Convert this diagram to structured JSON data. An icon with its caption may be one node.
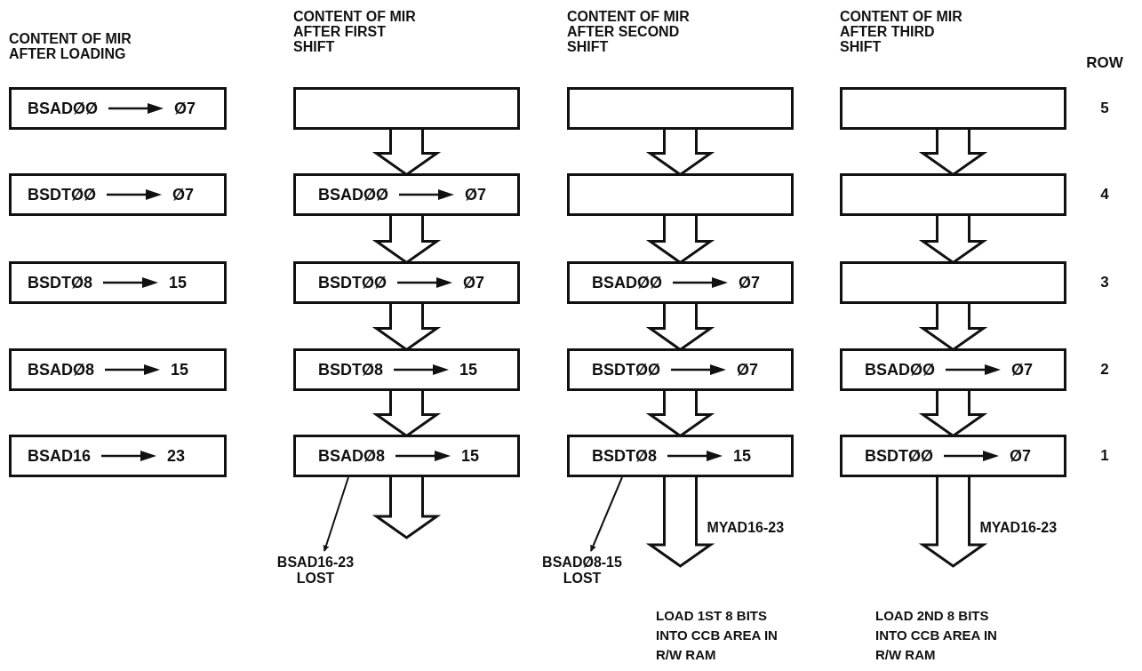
{
  "diagram": {
    "nodes": [
      {
        "text": [
          "BSADØØ",
          "Ø7"
        ]
      },
      {
        "text": [
          "BSDTØØ",
          "Ø7"
        ]
      },
      {
        "text": [
          "BSDTØ8",
          "15"
        ]
      },
      {
        "text": [
          "BSADØ8",
          "15"
        ]
      },
      {
        "text": [
          "BSAD16",
          "23"
        ]
      },
      {
        "text": [],
        "shape": "box"
      },
      {
        "text": [
          "BSADØØ",
          "Ø7"
        ]
      },
      {
        "text": [
          "BSDTØØ",
          "Ø7"
        ]
      },
      {
        "text": [
          "BSDTØ8",
          "15"
        ]
      },
      {
        "text": [
          "BSADØ8",
          "15"
        ]
      },
      {
        "text": [
          "BSAD16-23 LOST"
        ]
      },
      {
        "text": [],
        "shape": "box"
      },
      {
        "text": [],
        "shape": "box"
      },
      {
        "text": [
          "BSADØØ",
          "Ø7"
        ]
      },
      {
        "text": [
          "BSDTØØ",
          "Ø7"
        ]
      },
      {
        "text": [
          "BSDTØ8",
          "15"
        ]
      },
      {
        "text": [
          "BSADØ8-15 LOST"
        ]
      },
      {
        "text": [],
        "shape": "box"
      },
      {
        "text": [],
        "shape": "box"
      },
      {
        "text": [],
        "shape": "box"
      },
      {
        "text": [
          "BSADØØ",
          "Ø7"
        ]
      },
      {
        "text": [
          "BSDTØØ",
          "Ø7"
        ]
      }
    ],
    "edges": [
      {
        "from": 5,
        "to": 6,
        "arrow": "to",
        "style": "thick"
      },
      {
        "from": 6,
        "to": 7,
        "arrow": "to",
        "style": "thick"
      },
      {
        "from": 7,
        "to": 8,
        "arrow": "to",
        "style": "thick"
      },
      {
        "from": 8,
        "to": 9,
        "arrow": "to",
        "style": "thick"
      },
      {
        "from": 9,
        "to": null,
        "arrow": "to",
        "style": "thick"
      },
      {
        "from": 9,
        "to": 10,
        "arrow": "to"
      },
      {
        "from": 11,
        "to": 12,
        "arrow": "to",
        "style": "thick"
      },
      {
        "from": 12,
        "to": 13,
        "arrow": "to",
        "style": "thick"
      },
      {
        "from": 13,
        "to": 14,
        "arrow": "to",
        "style": "thick"
      },
      {
        "from": 14,
        "to": 15,
        "arrow": "to",
        "style": "thick"
      },
      {
        "from": 15,
        "to": null,
        "arrow": "to",
        "style": "thick",
        "label": "MYAD16-23"
      },
      {
        "from": 15,
        "to": 16,
        "arrow": "to"
      },
      {
        "from": 17,
        "to": 18,
        "arrow": "to",
        "style": "thick"
      },
      {
        "from": 18,
        "to": 19,
        "arrow": "to",
        "style": "thick"
      },
      {
        "from": 19,
        "to": 20,
        "arrow": "to",
        "style": "thick"
      },
      {
        "from": 20,
        "to": 21,
        "arrow": "to",
        "style": "thick"
      },
      {
        "from": 21,
        "to": null,
        "arrow": "to",
        "style": "thick",
        "label": "MYAD16-23"
      }
    ],
    "labels": [
      "CONTENT OF MIR AFTER LOADING",
      "CONTENT OF MIR AFTER FIRST SHIFT",
      "CONTENT OF MIR AFTER SECOND SHIFT",
      "CONTENT OF MIR AFTER THIRD SHIFT",
      "ROW",
      "5",
      "4",
      "3",
      "2",
      "1",
      "LOAD 1ST 8 BITS INTO CCB AREA IN R/W RAM",
      "LOAD 2ND 8 BITS INTO CCB AREA IN R/W RAM"
    ]
  }
}
